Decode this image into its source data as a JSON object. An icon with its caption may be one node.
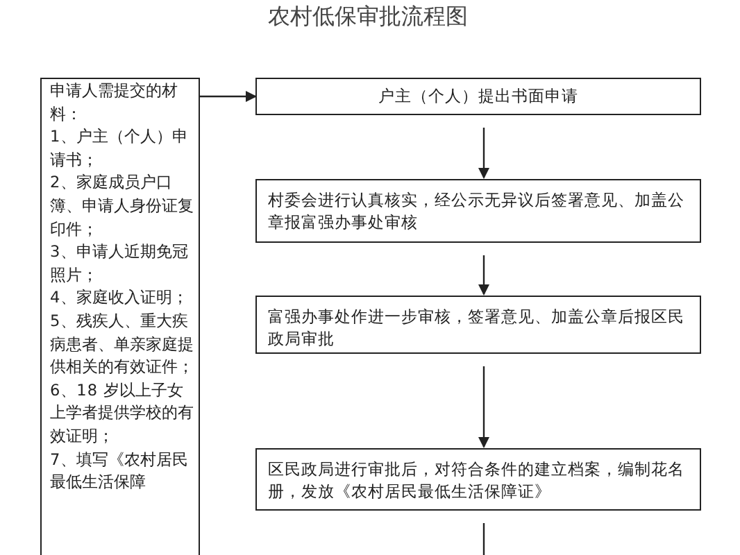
{
  "diagram": {
    "title": "农村低保审批流程图",
    "nodes": [
      {
        "text": [
          "申请人需提交的材料：",
          "1、户主（个人）申请书；",
          "2、家庭成员户口簿、申请人身份证复印件；",
          "3、申请人近期免冠照片；",
          "4、家庭收入证明；",
          "5、残疾人、重大疾病患者、单亲家庭提供相关的有效证件；",
          "6、18 岁以上子女上学者提供学校的有效证明；",
          "7、填写《农村居民最低生活保障"
        ]
      },
      {
        "text": [
          "户主（个人）提出书面申请"
        ]
      },
      {
        "text": [
          "村委会进行认真核实，经公示无异议后签署意见、加盖公章报富强办事处审核"
        ]
      },
      {
        "text": [
          "富强办事处作进一步审核，签署意见、加盖公章后报区民政局审批"
        ]
      },
      {
        "text": [
          "区民政局进行审批后，对符合条件的建立档案，编制花名册，发放《农村居民最低生活保障证》"
        ]
      }
    ],
    "edges": [
      {
        "from": 0,
        "to": 1,
        "arrow": "to"
      },
      {
        "from": 1,
        "to": 2,
        "arrow": "to"
      },
      {
        "from": 2,
        "to": 3,
        "arrow": "to"
      },
      {
        "from": 3,
        "to": 4,
        "arrow": "to"
      },
      {
        "from": 4,
        "to": null,
        "arrow": "none"
      }
    ]
  }
}
